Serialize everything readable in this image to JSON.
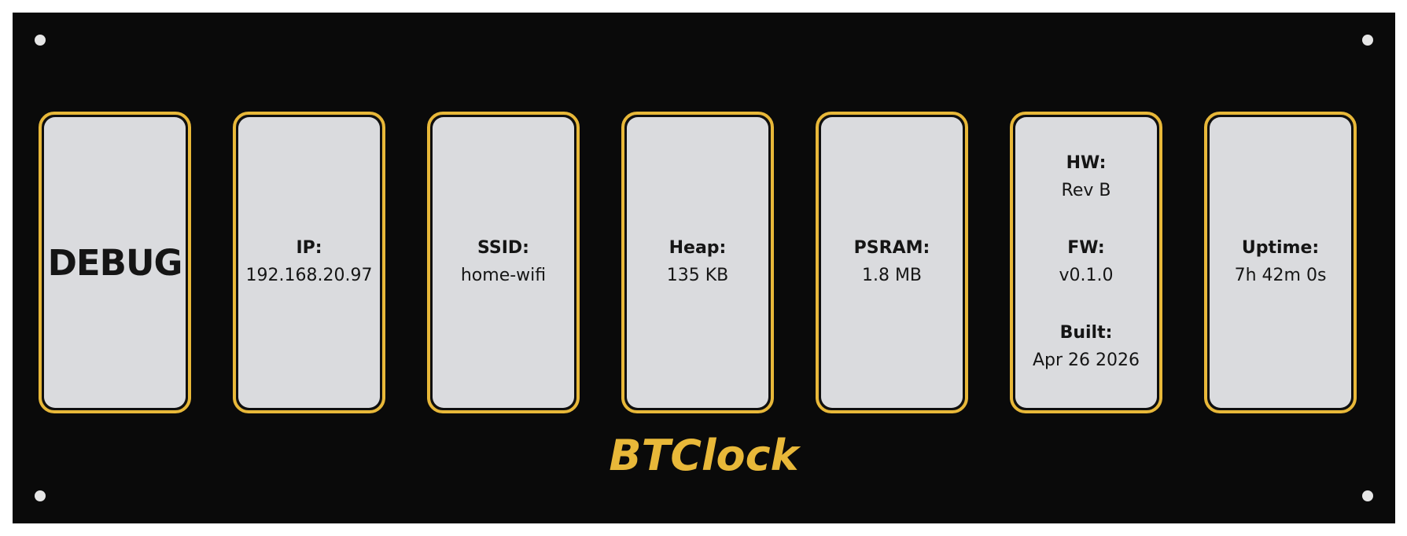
{
  "screens": [
    {
      "title": "DEBUG"
    },
    {
      "label": "IP:",
      "value": "192.168.20.97"
    },
    {
      "label": "SSID:",
      "value": "home-wifi"
    },
    {
      "label": "Heap:",
      "value": "135 KB"
    },
    {
      "label": "PSRAM:",
      "value": "1.8 MB"
    },
    {
      "groups": [
        {
          "label": "HW:",
          "value": "Rev B"
        },
        {
          "label": "FW:",
          "value": "v0.1.0"
        },
        {
          "label": "Built:",
          "value": "Apr 26 2026"
        }
      ]
    },
    {
      "label": "Uptime:",
      "value": "7h 42m 0s"
    }
  ],
  "brand": "BTClock",
  "colors": {
    "accent": "#e8b839",
    "panel": "#0a0a0a",
    "screen": "#dadbde"
  }
}
